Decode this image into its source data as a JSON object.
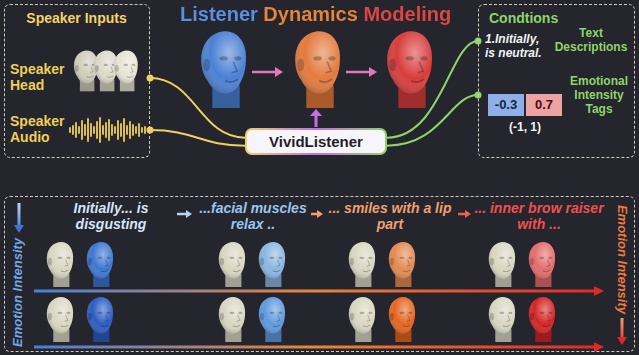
{
  "diagram": {
    "title": "Listener Dynamics Modeling",
    "nodes": [
      {
        "text": [
          "Speaker Inputs",
          "Speaker Head",
          "Speaker Audio"
        ]
      },
      {
        "text": [
          "Condtions",
          "1.Initially, is neutral.",
          "Text Descriptions",
          "(-1, 1)",
          "Emotional Intensity Tags"
        ]
      },
      {
        "text": [
          "-0.3"
        ],
        "in": 1
      },
      {
        "text": [
          "0.7"
        ],
        "in": 1
      },
      {
        "text": [
          "VividListener"
        ]
      },
      {
        "text": [
          "Initially... is disgusting",
          "...facial muscles relax ..",
          "... smiles with a lip part",
          "... inner brow raiser with ...",
          "Emotion Intensity",
          "Emotion Intensity"
        ]
      }
    ],
    "edges": [
      {
        "from": 0,
        "to": 4,
        "arrow": "none"
      },
      {
        "from": 0,
        "to": 4,
        "arrow": "none"
      },
      {
        "from": 1,
        "to": 4,
        "arrow": "none"
      },
      {
        "from": 1,
        "to": 4,
        "arrow": "none"
      }
    ]
  }
}
